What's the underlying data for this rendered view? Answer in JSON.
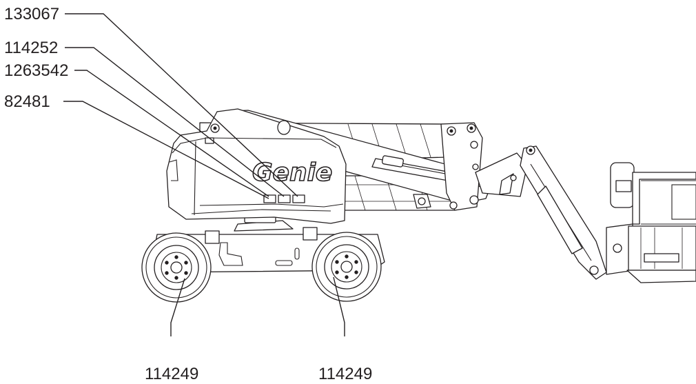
{
  "labels": {
    "l1": "133067",
    "l2": "114252",
    "l3": "1263542",
    "l4": "82481",
    "b1": "114249",
    "b2": "114249"
  },
  "logo": "Genie"
}
